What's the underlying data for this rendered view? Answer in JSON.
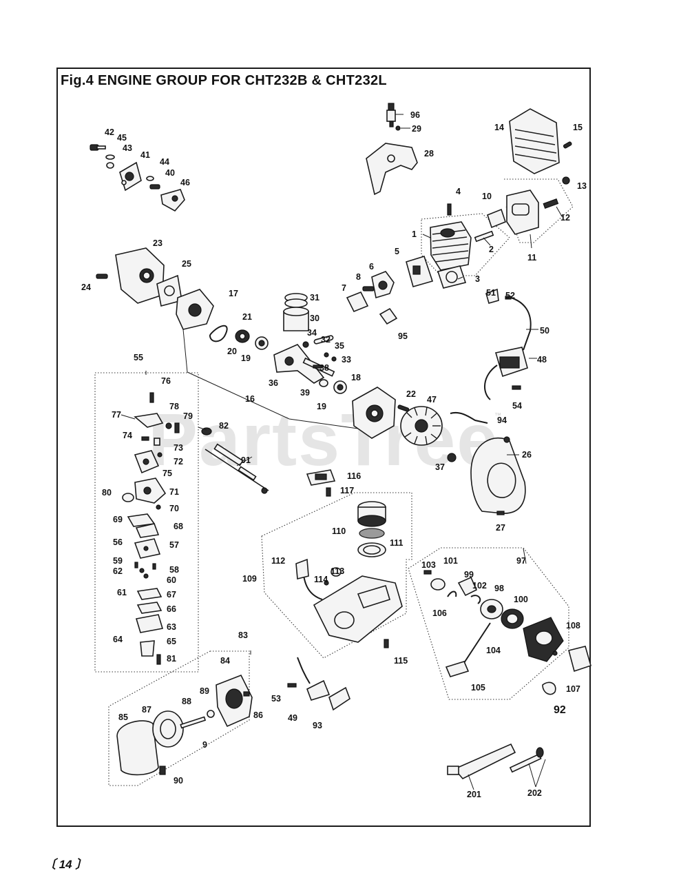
{
  "title": "Fig.4  ENGINE GROUP FOR CHT232B & CHT232L",
  "watermark": "PartsTree",
  "watermark_tm": "™",
  "page_number": "〔 14 〕",
  "labels": {
    "p1": "1",
    "p2": "2",
    "p3": "3",
    "p4": "4",
    "p5": "5",
    "p6": "6",
    "p7": "7",
    "p8": "8",
    "p9": "9",
    "p10": "10",
    "p11": "11",
    "p12": "12",
    "p13": "13",
    "p14": "14",
    "p15": "15",
    "p16": "16",
    "p17": "17",
    "p18": "18",
    "p19a": "19",
    "p19b": "19",
    "p20": "20",
    "p21": "21",
    "p22": "22",
    "p23": "23",
    "p24": "24",
    "p25": "25",
    "p26": "26",
    "p27": "27",
    "p28": "28",
    "p29": "29",
    "p30": "30",
    "p31": "31",
    "p32": "32",
    "p33": "33",
    "p34": "34",
    "p35": "35",
    "p36": "36",
    "p37": "37",
    "p38": "38",
    "p39": "39",
    "p40": "40",
    "p41": "41",
    "p42": "42",
    "p43": "43",
    "p44": "44",
    "p45": "45",
    "p46": "46",
    "p47": "47",
    "p48": "48",
    "p49": "49",
    "p50": "50",
    "p51": "51",
    "p52": "52",
    "p53": "53",
    "p54": "54",
    "p55": "55",
    "p56": "56",
    "p57": "57",
    "p58": "58",
    "p59": "59",
    "p60": "60",
    "p61": "61",
    "p62": "62",
    "p63": "63",
    "p64": "64",
    "p65": "65",
    "p66": "66",
    "p67": "67",
    "p68": "68",
    "p69": "69",
    "p70": "70",
    "p71": "71",
    "p72": "72",
    "p73": "73",
    "p74": "74",
    "p75": "75",
    "p76": "76",
    "p77": "77",
    "p78": "78",
    "p79": "79",
    "p80": "80",
    "p81": "81",
    "p82": "82",
    "p83": "83",
    "p84": "84",
    "p85": "85",
    "p86": "86",
    "p87": "87",
    "p88": "88",
    "p89": "89",
    "p90": "90",
    "p91": "91",
    "p92": "92",
    "p93": "93",
    "p94": "94",
    "p95": "95",
    "p96": "96",
    "p97": "97",
    "p98": "98",
    "p99": "99",
    "p100": "100",
    "p101": "101",
    "p102": "102",
    "p103": "103",
    "p104": "104",
    "p105": "105",
    "p106": "106",
    "p107": "107",
    "p108": "108",
    "p109": "109",
    "p110": "110",
    "p111": "111",
    "p112": "112",
    "p113": "113",
    "p114": "114",
    "p115": "115",
    "p116": "116",
    "p117": "117",
    "p201": "201",
    "p202": "202"
  }
}
